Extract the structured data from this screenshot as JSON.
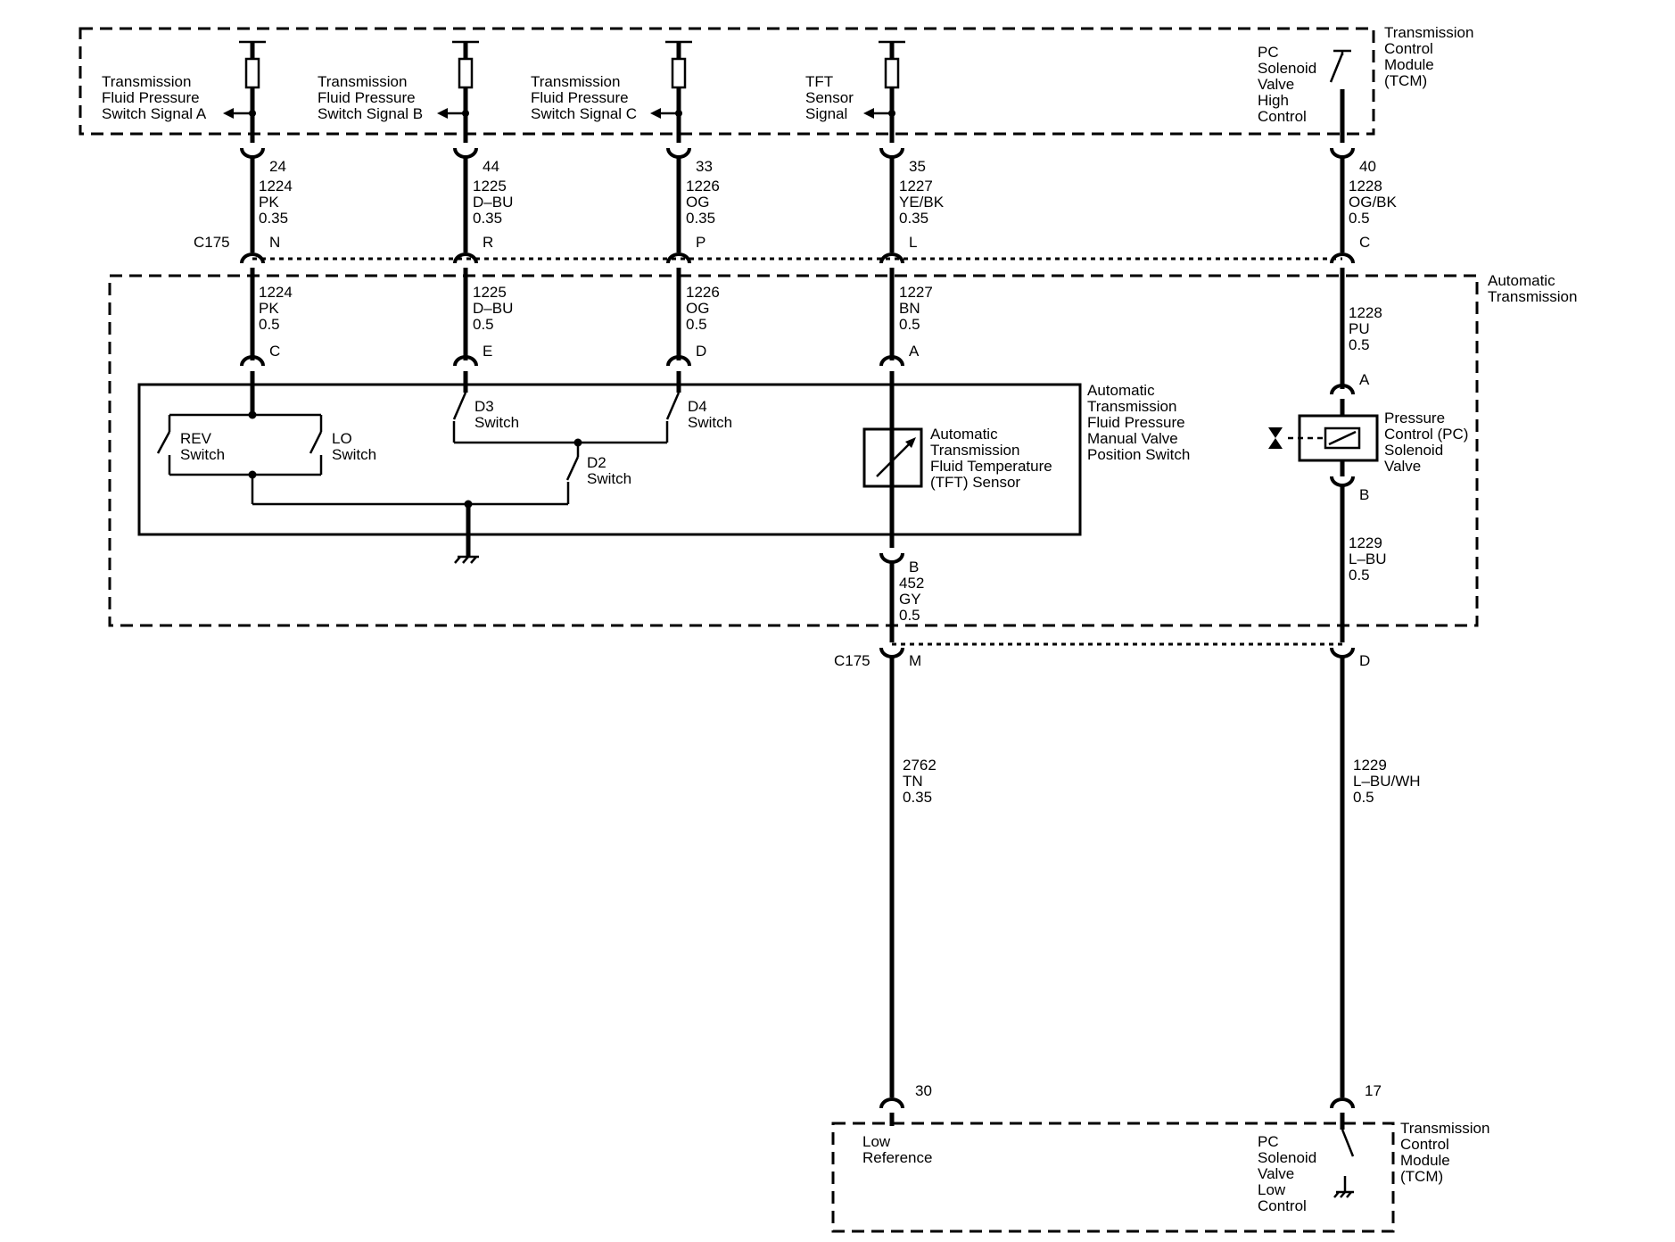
{
  "tcm_top": {
    "title": [
      "Transmission",
      "Control",
      "Module",
      "(TCM)"
    ]
  },
  "tcm_bottom": {
    "title": [
      "Transmission",
      "Control",
      "Module",
      "(TCM)"
    ]
  },
  "auto_trans": {
    "title": [
      "Automatic",
      "Transmission"
    ]
  },
  "switch_assy": {
    "title": [
      "Automatic",
      "Transmission",
      "Fluid Pressure",
      "Manual Valve",
      "Position Switch"
    ]
  },
  "tcm_signals": [
    {
      "lines": [
        "Transmission",
        "Fluid Pressure",
        "Switch Signal A"
      ]
    },
    {
      "lines": [
        "Transmission",
        "Fluid Pressure",
        "Switch Signal B"
      ]
    },
    {
      "lines": [
        "Transmission",
        "Fluid Pressure",
        "Switch Signal C"
      ]
    },
    {
      "lines": [
        "TFT",
        "Sensor",
        "Signal"
      ]
    },
    {
      "lines": [
        "PC",
        "Solenoid",
        "Valve",
        "High",
        "Control"
      ]
    }
  ],
  "tcm_pins_top": [
    "24",
    "44",
    "33",
    "35",
    "40"
  ],
  "wires_upper": [
    {
      "circuit": "1224",
      "color": "PK",
      "gauge": "0.35"
    },
    {
      "circuit": "1225",
      "color": "D–BU",
      "gauge": "0.35"
    },
    {
      "circuit": "1226",
      "color": "OG",
      "gauge": "0.35"
    },
    {
      "circuit": "1227",
      "color": "YE/BK",
      "gauge": "0.35"
    },
    {
      "circuit": "1228",
      "color": "OG/BK",
      "gauge": "0.5"
    }
  ],
  "c175": {
    "label": "C175",
    "pins_upper": [
      "N",
      "R",
      "P",
      "L",
      "C"
    ],
    "pins_lower": [
      "M",
      "D"
    ]
  },
  "wires_trans": [
    {
      "circuit": "1224",
      "color": "PK",
      "gauge": "0.5"
    },
    {
      "circuit": "1225",
      "color": "D–BU",
      "gauge": "0.5"
    },
    {
      "circuit": "1226",
      "color": "OG",
      "gauge": "0.5"
    },
    {
      "circuit": "1227",
      "color": "BN",
      "gauge": "0.5"
    },
    {
      "circuit": "1228",
      "color": "PU",
      "gauge": "0.5"
    }
  ],
  "switch_pins": [
    "C",
    "E",
    "D",
    "A"
  ],
  "switches": {
    "rev": [
      "REV",
      "Switch"
    ],
    "lo": [
      "LO",
      "Switch"
    ],
    "d3": [
      "D3",
      "Switch"
    ],
    "d4": [
      "D4",
      "Switch"
    ],
    "d2": [
      "D2",
      "Switch"
    ]
  },
  "tft_sensor": {
    "lines": [
      "Automatic",
      "Transmission",
      "Fluid Temperature",
      "(TFT) Sensor"
    ],
    "pin_out": "B"
  },
  "pc_solenoid": {
    "lines": [
      "Pressure",
      "Control (PC)",
      "Solenoid",
      "Valve"
    ],
    "pin_a": "A",
    "pin_b": "B"
  },
  "wire_452": {
    "circuit": "452",
    "color": "GY",
    "gauge": "0.5"
  },
  "wire_1229_trans": {
    "circuit": "1229",
    "color": "L–BU",
    "gauge": "0.5"
  },
  "wire_2762": {
    "circuit": "2762",
    "color": "TN",
    "gauge": "0.35"
  },
  "wire_1229_lower": {
    "circuit": "1229",
    "color": "L–BU/WH",
    "gauge": "0.5"
  },
  "tcm_pins_bottom": [
    "30",
    "17"
  ],
  "tcm_bottom_labels": {
    "low_ref": [
      "Low",
      "Reference"
    ],
    "pc_low": [
      "PC",
      "Solenoid",
      "Valve",
      "Low",
      "Control"
    ]
  }
}
